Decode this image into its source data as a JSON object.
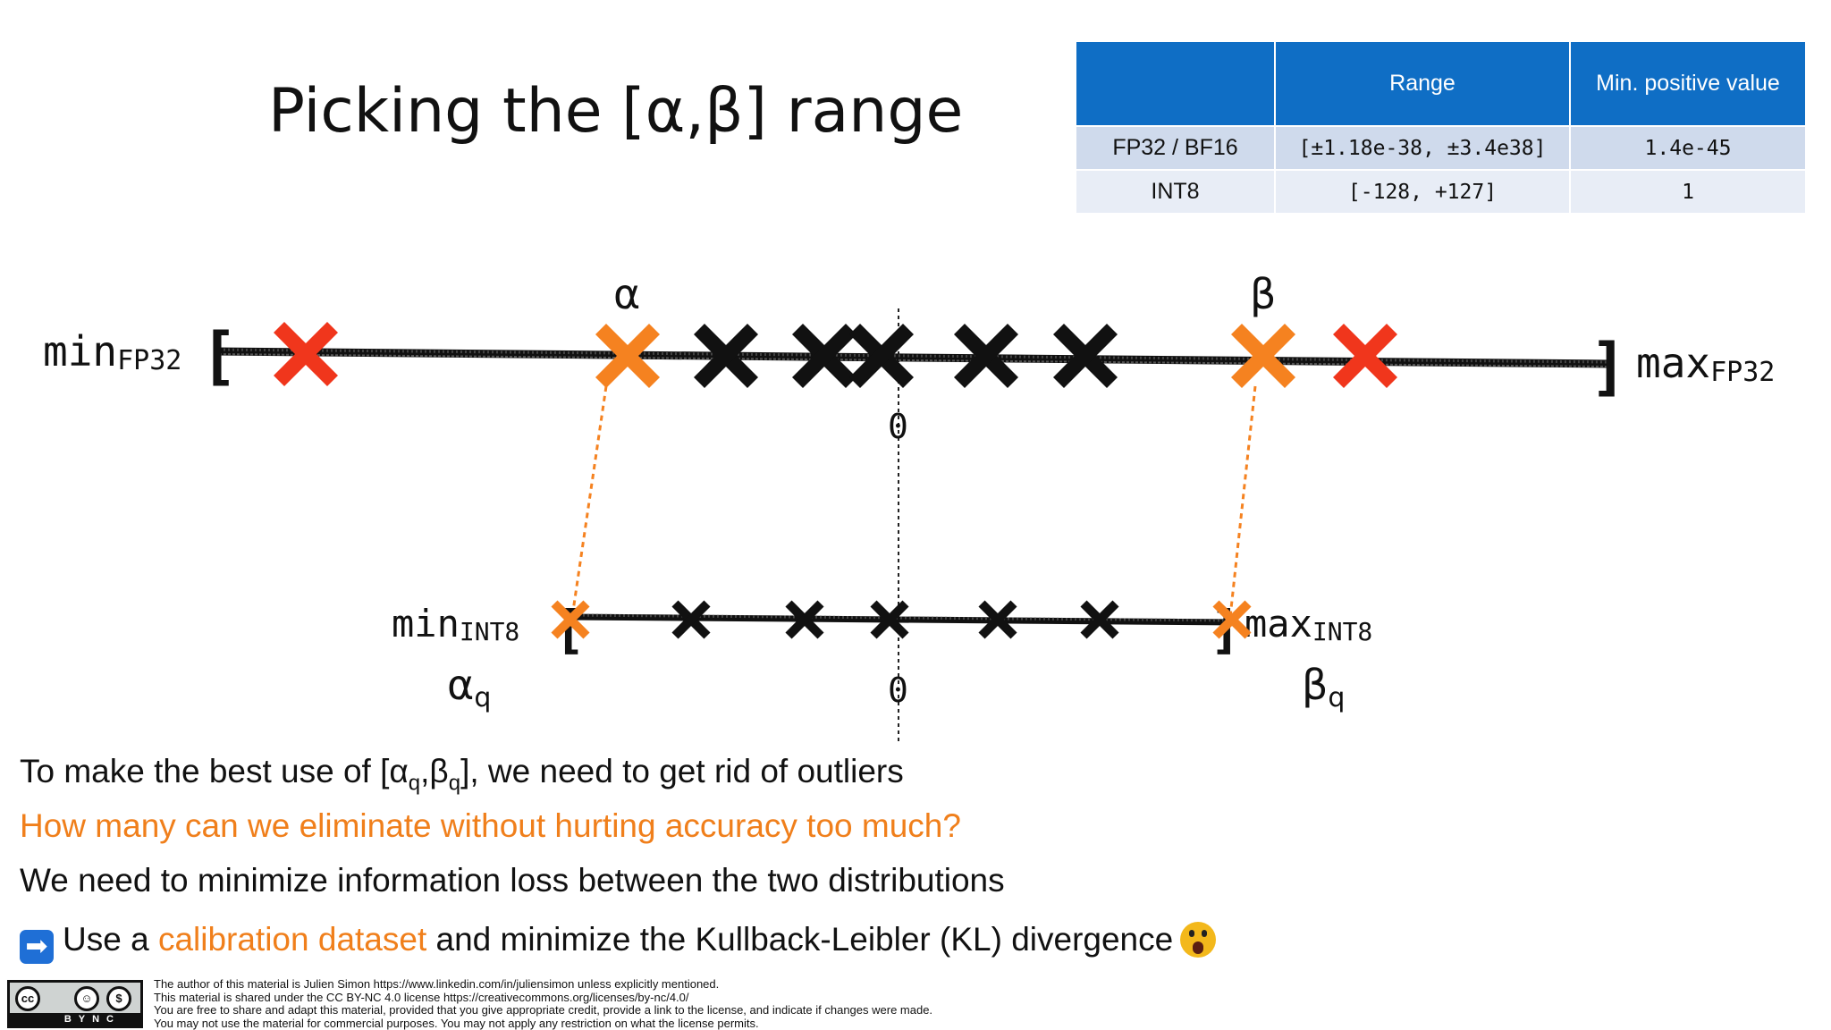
{
  "title": "Picking the [α,β] range",
  "table": {
    "headers": [
      "",
      "Range",
      "Min. positive value"
    ],
    "rows": [
      {
        "format": "FP32 / BF16",
        "range": "[±1.18e-38, ±3.4e38]",
        "min_positive": "1.4e-45"
      },
      {
        "format": "INT8",
        "range": "[-128, +127]",
        "min_positive": "1"
      }
    ],
    "header_color": "#0f6ec5"
  },
  "diagram": {
    "fp32_min_label": "min",
    "fp32_min_sub": "FP32",
    "fp32_max_label": "max",
    "fp32_max_sub": "FP32",
    "alpha_label": "α",
    "beta_label": "β",
    "zero_label_top": "0",
    "int8_min_label": "min",
    "int8_min_sub": "INT8",
    "int8_max_label": "max",
    "int8_max_sub": "INT8",
    "alpha_q_label": "α",
    "alpha_q_sub": "q",
    "beta_q_label": "β",
    "beta_q_sub": "q",
    "zero_label_bottom": "0",
    "bracket_open": "[",
    "bracket_close": "]",
    "colors": {
      "outlier": "#f0361c",
      "bound": "#f58220",
      "value": "#111111"
    }
  },
  "bullets": {
    "line1_pre": "To make the best use of [α",
    "line1_sub1": "q",
    "line1_mid": ",β",
    "line1_sub2": "q",
    "line1_post": "], we need to get rid of outliers",
    "line2": "How many can we eliminate without hurting accuracy too much?",
    "line3": "We need to minimize information loss between the two distributions",
    "line4_pre": "Use a ",
    "line4_highlight": "calibration dataset",
    "line4_post": " and minimize the Kullback-Leibler (KL) divergence",
    "arrow_icon": "right-arrow-icon",
    "emoji_icon": "screaming-face-icon"
  },
  "license": {
    "badge_labels": [
      "cc",
      "BY",
      "NC"
    ],
    "line1_pre": "The author of this material is Julien Simon ",
    "line1_link": "https://www.linkedin.com/in/juliensimon",
    "line1_post": " unless explicitly mentioned.",
    "line2_pre": "This material is shared under the CC BY-NC 4.0 license ",
    "line2_link": "https://creativecommons.org/licenses/by-nc/4.0/",
    "line3": "You are free to share and adapt this material, provided that you give appropriate credit, provide a link to the license, and indicate if changes were made.",
    "line4": "You may not use the material for commercial purposes. You may not apply any restriction on what the license permits."
  }
}
